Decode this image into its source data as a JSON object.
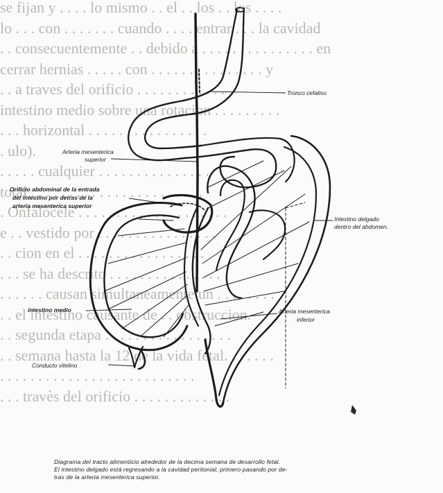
{
  "labels": {
    "tronco_cefaliso": "Tronco cefaliso",
    "arteria_mesenterica_superior_l1": "Arteria mesenterica",
    "arteria_mesenterica_superior_l2": "superior",
    "orificio_l1": "Orificio abdominal de la entrada",
    "orificio_l2": "del intestino por detras de la",
    "orificio_l3": "arteria mesenterica superior",
    "intestino_delgado_l1": "Intestino delgado",
    "intestino_delgado_l2": "dentro del abdomen.",
    "intestino_medio": "intestino medio",
    "arteria_mesenterica_inferior_l1": "Arteria mesenterica",
    "arteria_mesenterica_inferior_l2": "inferior",
    "conducto_vitelino": "Conducto vitelino"
  },
  "caption": {
    "line1": "Diagrama del tracto alimenticio alrededor de la decima semana de desarrollo fetal.",
    "line2": "El intestino delgado está regresando a la cavidad peritonial, primero pasando por de-",
    "line3": "tras de la arteria mesenterica superior."
  }
}
